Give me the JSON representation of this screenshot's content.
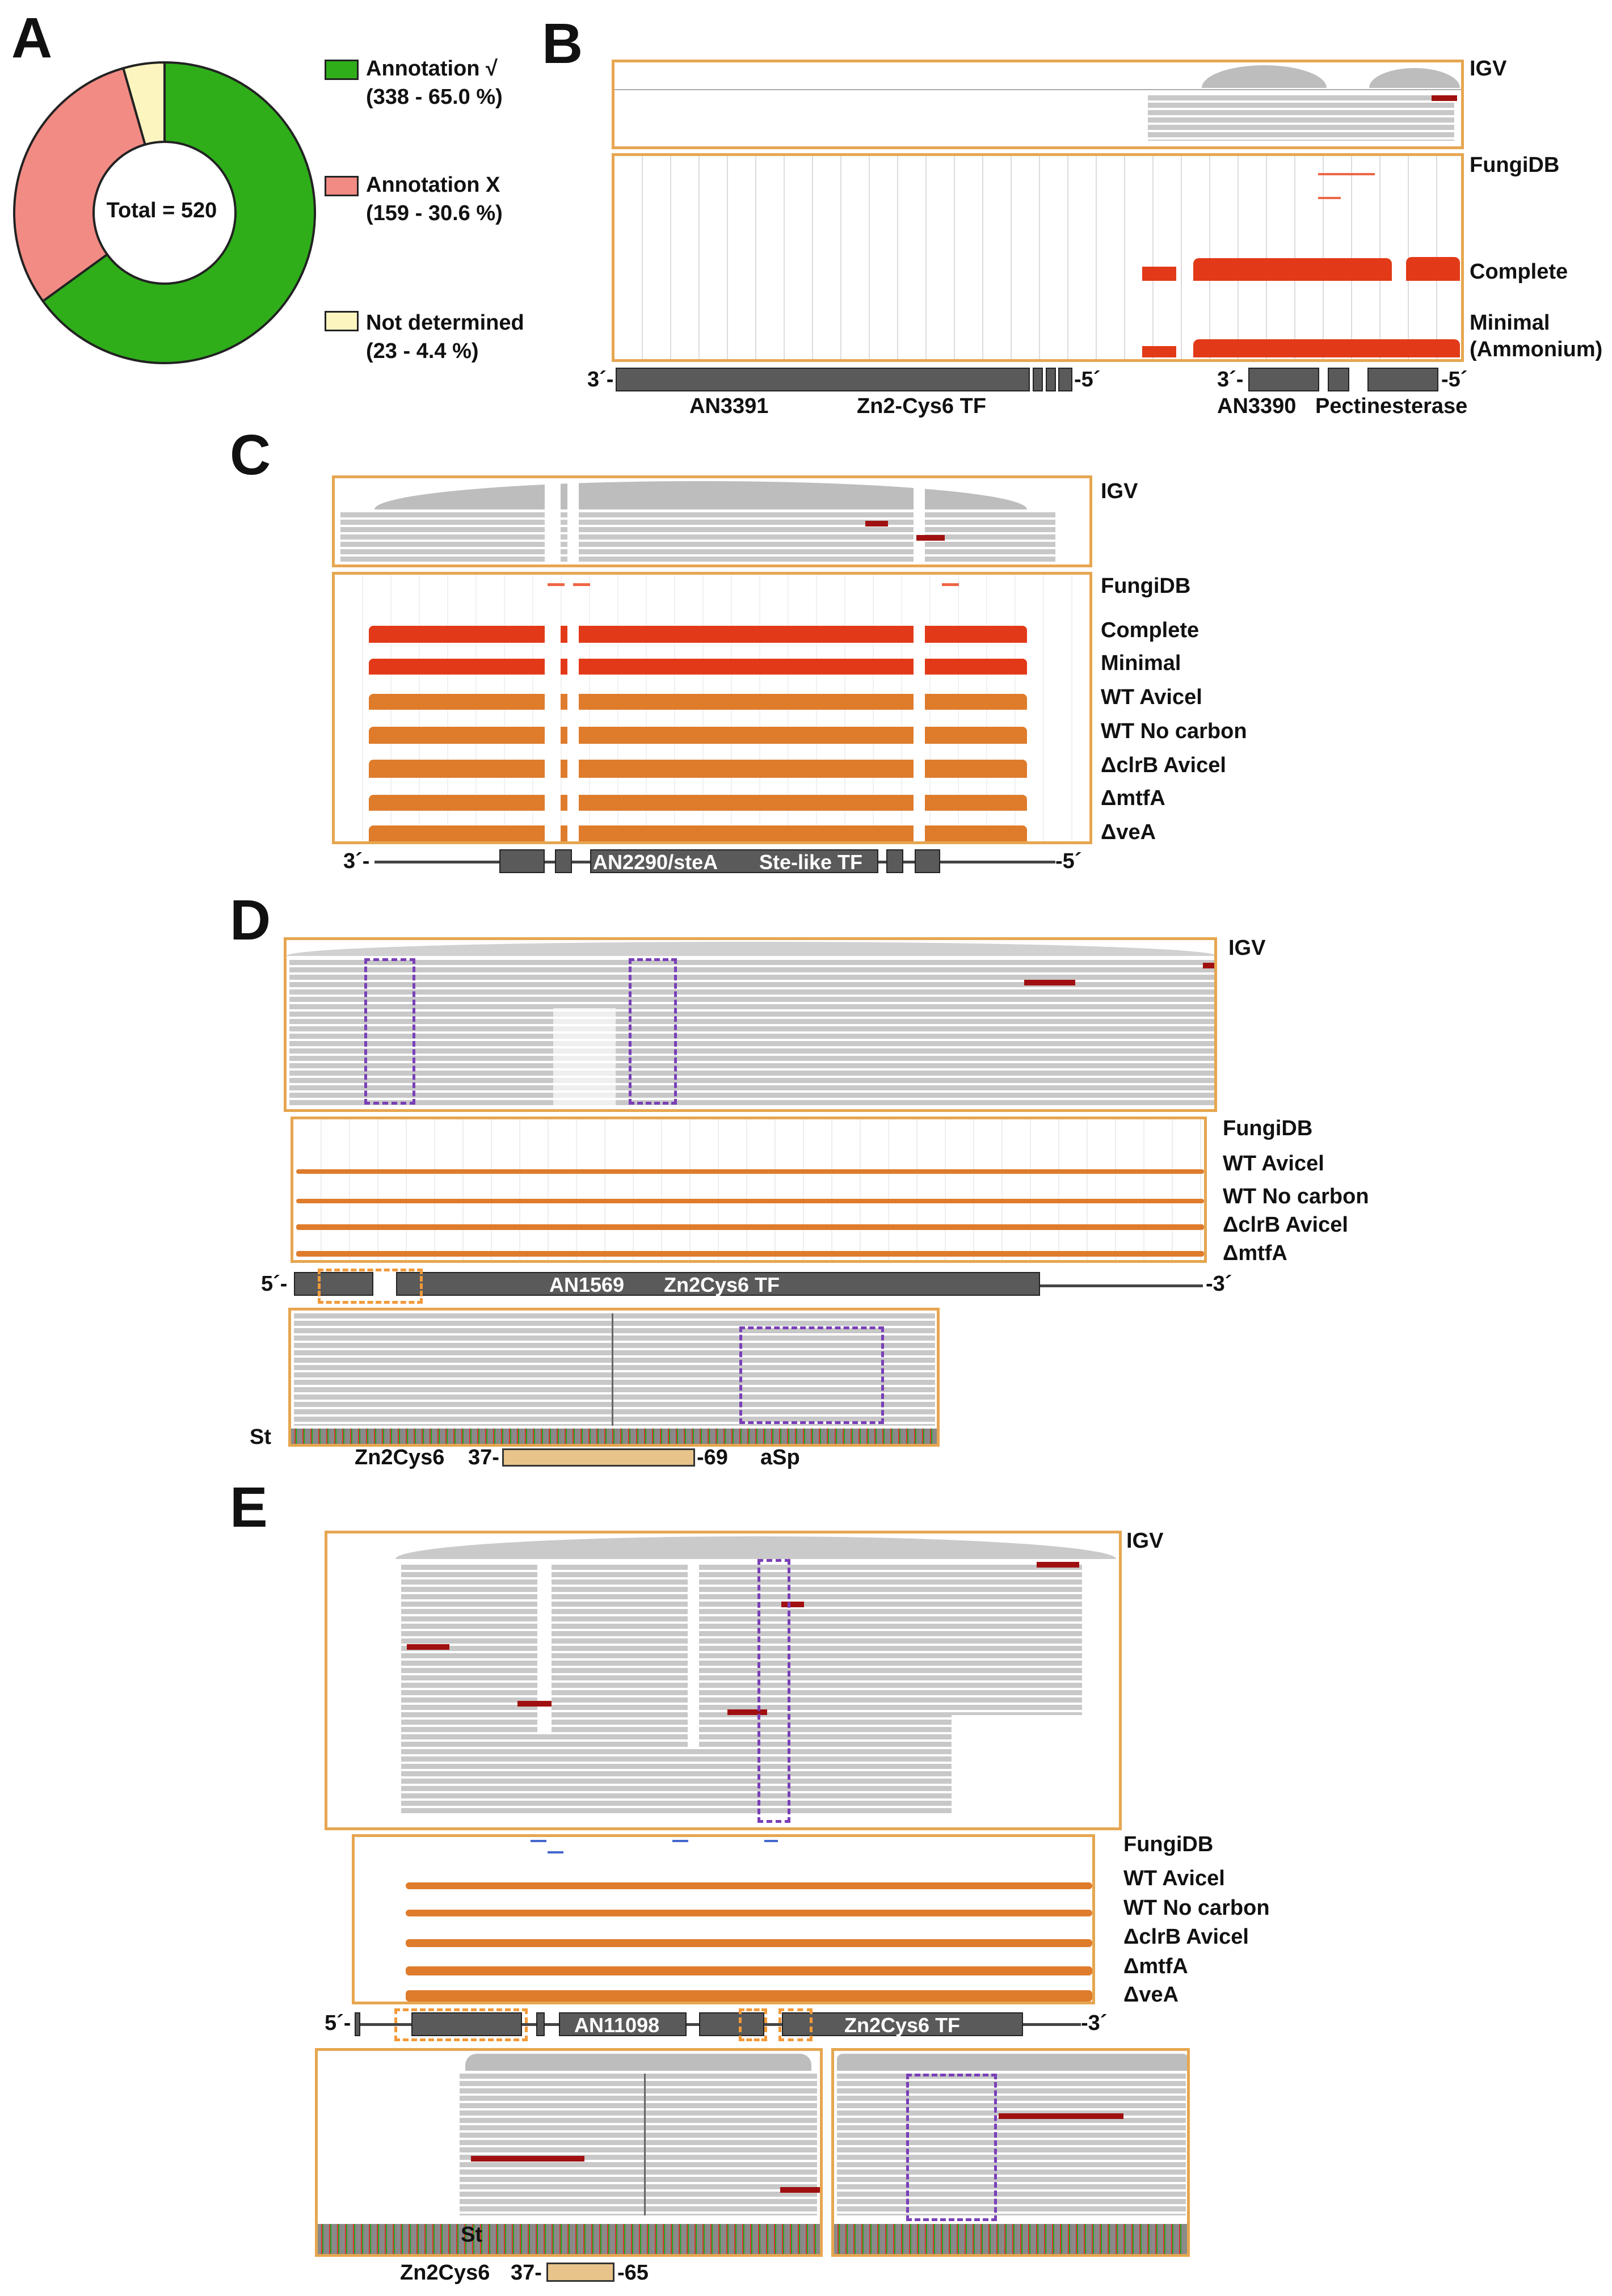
{
  "panels": {
    "a": "A",
    "b": "B",
    "c": "C",
    "d": "D",
    "e": "E"
  },
  "panelA": {
    "center": "Total = 520",
    "legend": [
      {
        "line1": "Annotation √",
        "line2": "(338  - 65.0 %)",
        "color": "#2fae1a"
      },
      {
        "line1": "Annotation X",
        "line2": "(159  - 30.6 %)",
        "color": "#f28b84"
      },
      {
        "line1": "Not determined",
        "line2": "(23  - 4.4 %)",
        "color": "#fdf5c0"
      }
    ]
  },
  "chart_data": {
    "type": "pie",
    "title": "",
    "categories": [
      "Annotation √",
      "Annotation X",
      "Not determined"
    ],
    "values": [
      338,
      159,
      23
    ],
    "percent": [
      65.0,
      30.6,
      4.4
    ],
    "total": 520,
    "colors": [
      "#2fae1a",
      "#f28b84",
      "#fdf5c0"
    ]
  },
  "panelB": {
    "tracks": [
      "IGV",
      "FungiDB",
      "Complete",
      "Minimal",
      "(Ammonium)"
    ],
    "gene1": {
      "left": "3´-",
      "right": "-5´",
      "id": "AN3391",
      "name": "Zn2-Cys6 TF"
    },
    "gene2": {
      "left": "3´-",
      "right": "-5´",
      "id": "AN3390",
      "name": "Pectinesterase"
    }
  },
  "panelC": {
    "tracks": [
      "IGV",
      "FungiDB",
      "Complete",
      "Minimal",
      "WT Avicel",
      "WT No carbon",
      "ΔclrB Avicel",
      "ΔmtfA",
      "ΔveA"
    ],
    "gene": {
      "left": "3´-",
      "right": "-5´",
      "label": "AN2290/steA",
      "name": "Ste-like TF"
    }
  },
  "panelD": {
    "tracks": [
      "IGV",
      "FungiDB",
      "WT Avicel",
      "WT No carbon",
      "ΔclrB Avicel",
      "ΔmtfA"
    ],
    "gene": {
      "left": "5´-",
      "right": "-3´",
      "id": "AN1569",
      "name": "Zn2Cys6 TF"
    },
    "zoom": {
      "st": "St",
      "asp": "aSp",
      "domain": "Zn2Cys6",
      "start": "37-",
      "end": "-69"
    }
  },
  "panelE": {
    "tracks": [
      "IGV",
      "FungiDB",
      "WT Avicel",
      "WT No carbon",
      "ΔclrB Avicel",
      "ΔmtfA",
      "ΔveA"
    ],
    "gene": {
      "left": "5´-",
      "right": "-3´",
      "id": "AN11098",
      "name": "Zn2Cys6 TF"
    },
    "zoom": {
      "st": "St",
      "domain": "Zn2Cys6",
      "start": "37-",
      "end": "-65"
    }
  }
}
